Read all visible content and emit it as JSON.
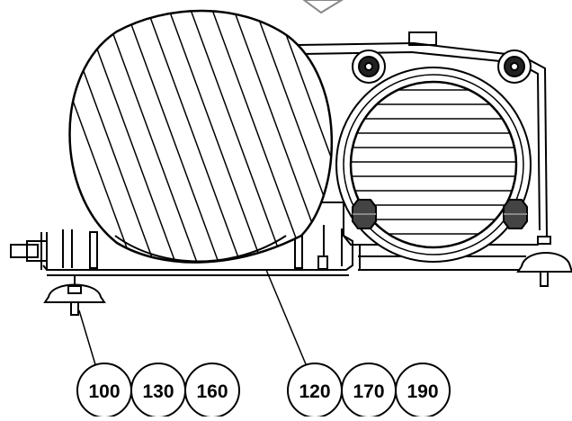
{
  "callouts": {
    "left": [
      "100",
      "130",
      "160"
    ],
    "right": [
      "120",
      "170",
      "190"
    ]
  }
}
